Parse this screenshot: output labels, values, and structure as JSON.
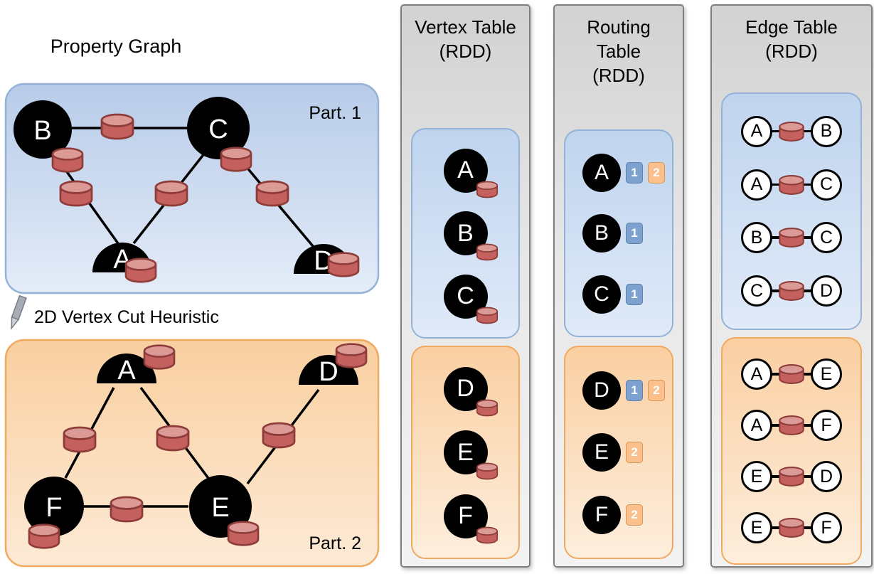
{
  "property_graph": {
    "title": "Property Graph",
    "heuristic_label": "2D Vertex Cut Heuristic",
    "part1": {
      "label": "Part. 1",
      "vertices": [
        "B",
        "C",
        "A",
        "D"
      ],
      "edges": [
        "B-C",
        "B-A",
        "C-A",
        "C-D"
      ]
    },
    "part2": {
      "label": "Part. 2",
      "vertices": [
        "A",
        "D",
        "F",
        "E"
      ],
      "edges": [
        "A-F",
        "A-E",
        "D-E",
        "F-E"
      ]
    }
  },
  "vertex_table": {
    "title": "Vertex Table",
    "subtitle": "(RDD)",
    "part1": [
      "A",
      "B",
      "C"
    ],
    "part2": [
      "D",
      "E",
      "F"
    ]
  },
  "routing_table": {
    "title": "Routing Table",
    "subtitle": "(RDD)",
    "part1": [
      {
        "vertex": "A",
        "badges": [
          {
            "n": "1",
            "part": "1"
          },
          {
            "n": "2",
            "part": "2"
          }
        ]
      },
      {
        "vertex": "B",
        "badges": [
          {
            "n": "1",
            "part": "1"
          }
        ]
      },
      {
        "vertex": "C",
        "badges": [
          {
            "n": "1",
            "part": "1"
          }
        ]
      }
    ],
    "part2": [
      {
        "vertex": "D",
        "badges": [
          {
            "n": "1",
            "part": "1"
          },
          {
            "n": "2",
            "part": "2"
          }
        ]
      },
      {
        "vertex": "E",
        "badges": [
          {
            "n": "2",
            "part": "2"
          }
        ]
      },
      {
        "vertex": "F",
        "badges": [
          {
            "n": "2",
            "part": "2"
          }
        ]
      }
    ]
  },
  "edge_table": {
    "title": "Edge Table",
    "subtitle": "(RDD)",
    "part1": [
      {
        "src": "A",
        "dst": "B"
      },
      {
        "src": "A",
        "dst": "C"
      },
      {
        "src": "B",
        "dst": "C"
      },
      {
        "src": "C",
        "dst": "D"
      }
    ],
    "part2": [
      {
        "src": "A",
        "dst": "E"
      },
      {
        "src": "A",
        "dst": "F"
      },
      {
        "src": "E",
        "dst": "D"
      },
      {
        "src": "E",
        "dst": "F"
      }
    ]
  },
  "colors": {
    "partition1_fill": "#c6d9f0",
    "partition1_border": "#94b2d8",
    "partition2_fill": "#fbd9b5",
    "partition2_border": "#f0a95f",
    "cylinder_body": "#c4605d",
    "cylinder_top": "#dc9a97",
    "badge_part1": "#7da2cf",
    "badge_part2": "#fcc08c",
    "column_bg": "#e0e0e0"
  }
}
